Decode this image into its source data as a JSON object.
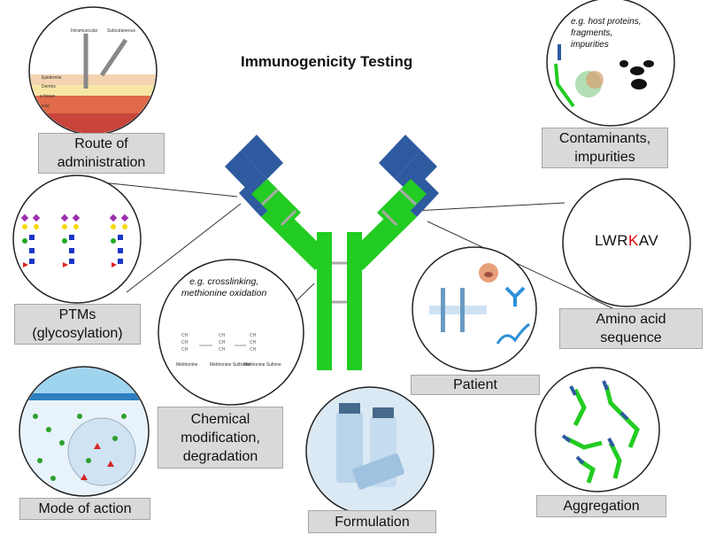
{
  "title": "Immunogenicity Testing",
  "labels": {
    "route": [
      "Route of",
      "administration"
    ],
    "contaminants": [
      "Contaminants,",
      "impurities"
    ],
    "ptms": [
      "PTMs",
      "(glycosylation)"
    ],
    "amino": [
      "Amino acid",
      "sequence"
    ],
    "patient": "Patient",
    "chemical": [
      "Chemical",
      "modification,",
      "degradation"
    ],
    "moa": "Mode of action",
    "formulation": "Formulation",
    "aggregation": "Aggregation"
  },
  "route_circle": {
    "top_labels": [
      "Intramuscular",
      "Subcutaneous"
    ],
    "layer_labels": [
      "Epidermis",
      "Dermis",
      "e tissue",
      "scle"
    ]
  },
  "contaminants_note": [
    "e.g. host proteins,",
    "fragments,",
    "impurities"
  ],
  "chemical_note": [
    "e.g. crosslinking,",
    "methionine oxidation"
  ],
  "chemical_captions": [
    "Methionine",
    "Methionine Sulfoxide",
    "Methionine Sulfone"
  ],
  "sequence": {
    "before": "LWR",
    "highlight": "K",
    "after": "AV"
  },
  "colors": {
    "antibody_green": "#22cc22",
    "antibody_blue": "#2e5aa0",
    "label_bg": "#d9d9d9",
    "highlight": "#e00000"
  }
}
